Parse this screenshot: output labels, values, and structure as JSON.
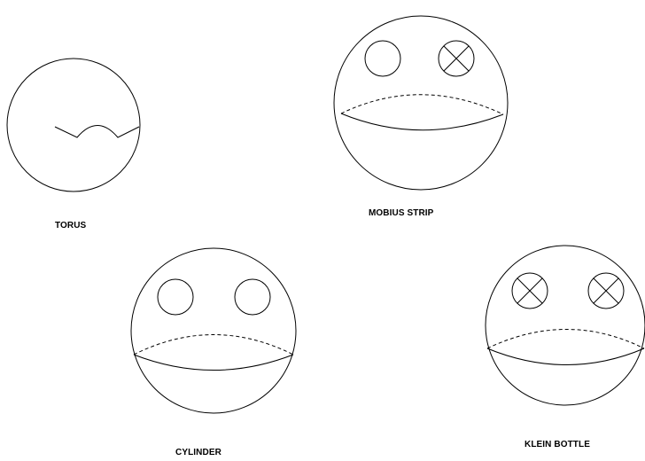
{
  "figures": [
    {
      "id": "torus",
      "label": "TORUS"
    },
    {
      "id": "mobius",
      "label": "MOBIUS STRIP"
    },
    {
      "id": "cylinder",
      "label": "CYLINDER"
    },
    {
      "id": "klein",
      "label": "KLEIN BOTTLE"
    }
  ],
  "colors": {
    "ink": "#000000",
    "background": "#ffffff"
  }
}
